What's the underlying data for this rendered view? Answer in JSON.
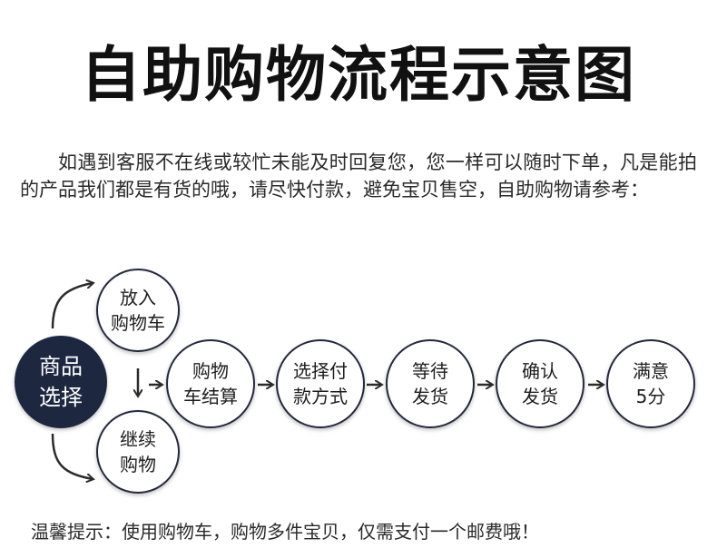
{
  "title": "自助购物流程示意图",
  "intro": "如遇到客服不在线或较忙未能及时回复您，您一样可以随时下单，凡是能拍的产品我们都是有货的哦，请尽快付款，避免宝贝售空，自助购物请参考：",
  "nodes": {
    "start": "商品\n选择",
    "add_to_cart": "放入\n购物车",
    "continue_shopping": "继续\n购物",
    "checkout": "购物\n车结算",
    "payment": "选择付\n款方式",
    "wait_shipping": "等待\n发货",
    "confirm": "确认\n发货",
    "satisfied": "满意\n5分"
  },
  "colors": {
    "start_fill": "#1d2740",
    "node_border": "#23283c",
    "arrow": "#2b2b2b"
  },
  "tip": "温馨提示：使用购物车，购物多件宝贝，仅需支付一个邮费哦！"
}
